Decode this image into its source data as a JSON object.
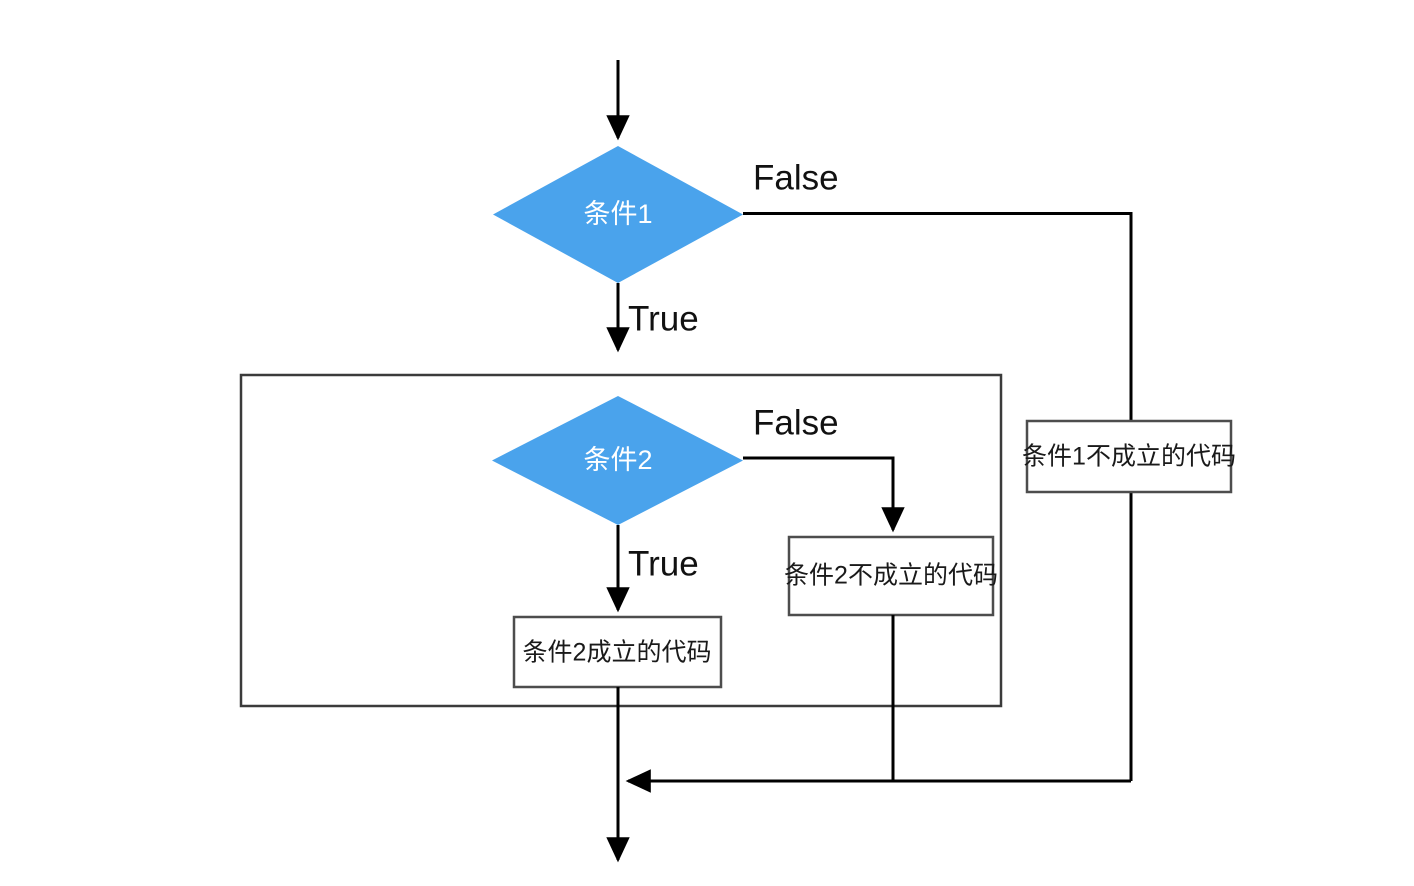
{
  "diagram": {
    "type": "flowchart",
    "title": "",
    "background_color": "#ffffff",
    "decision_fill_color": "#4aa3ec",
    "decision_text_color": "#ffffff",
    "line_color": "#000000",
    "box_border_color": "#4d4d4d",
    "nodes": {
      "decision1": {
        "label": "条件1",
        "shape": "diamond"
      },
      "decision2": {
        "label": "条件2",
        "shape": "diamond"
      },
      "process_c2_true": {
        "label": "条件2成立的代码",
        "shape": "rect"
      },
      "process_c2_false": {
        "label": "条件2不成立的代码",
        "shape": "rect"
      },
      "process_c1_false": {
        "label": "条件1不成立的代码",
        "shape": "rect"
      },
      "nested_group": {
        "label": "",
        "shape": "container"
      }
    },
    "edge_labels": {
      "decision1_false": "False",
      "decision1_true": "True",
      "decision2_false": "False",
      "decision2_true": "True"
    }
  }
}
